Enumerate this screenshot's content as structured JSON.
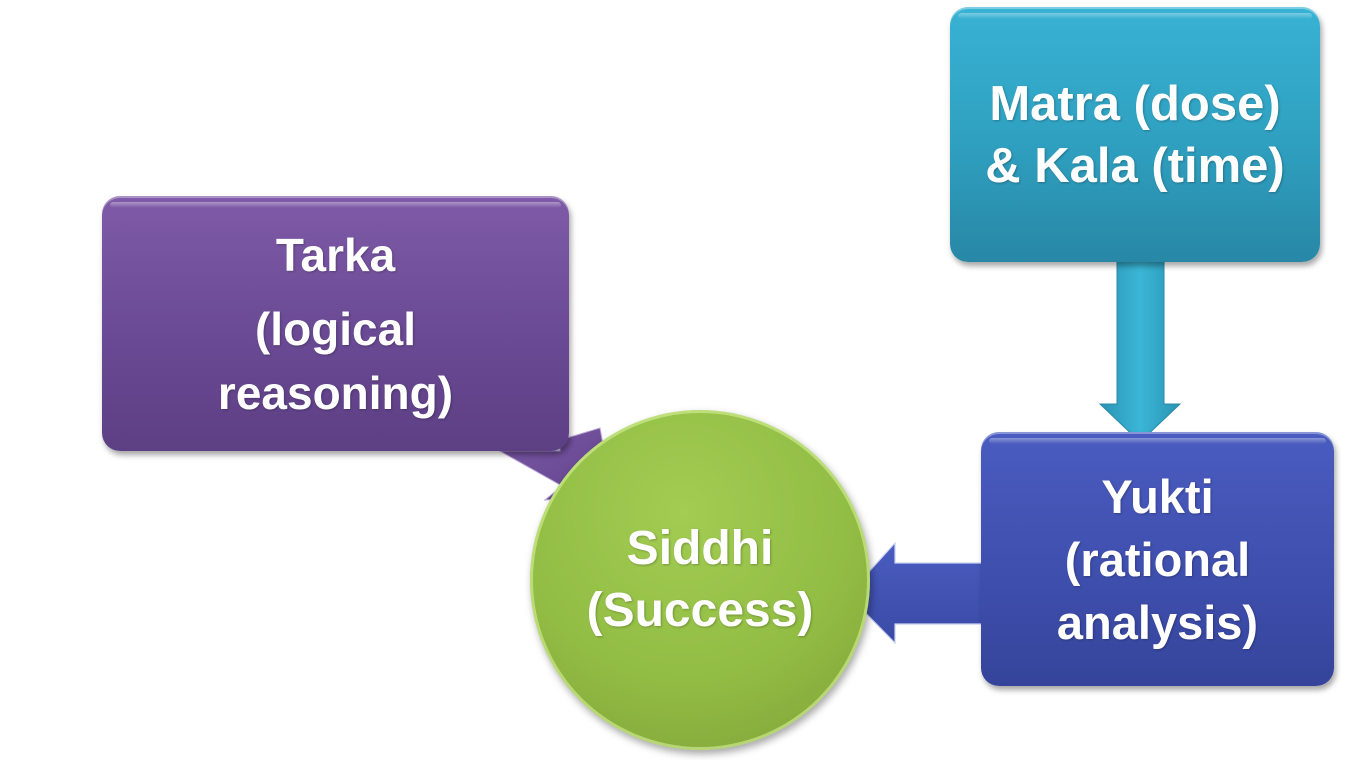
{
  "diagram": {
    "nodes": {
      "tarka": {
        "lines": [
          "Tarka",
          "(logical",
          "reasoning)"
        ],
        "color": "#6e4c98"
      },
      "matra": {
        "lines": [
          "Matra (dose)",
          "& Kala (time)"
        ],
        "color": "#31a3c4"
      },
      "yukti": {
        "lines": [
          "Yukti",
          "(rational",
          "analysis)"
        ],
        "color": "#4051b0"
      },
      "siddhi": {
        "lines": [
          "Siddhi",
          "(Success)"
        ],
        "color": "#8fba45"
      }
    },
    "edges": [
      {
        "from": "matra",
        "to": "yukti"
      },
      {
        "from": "yukti",
        "to": "siddhi"
      },
      {
        "from": "tarka",
        "to": "siddhi"
      }
    ]
  }
}
